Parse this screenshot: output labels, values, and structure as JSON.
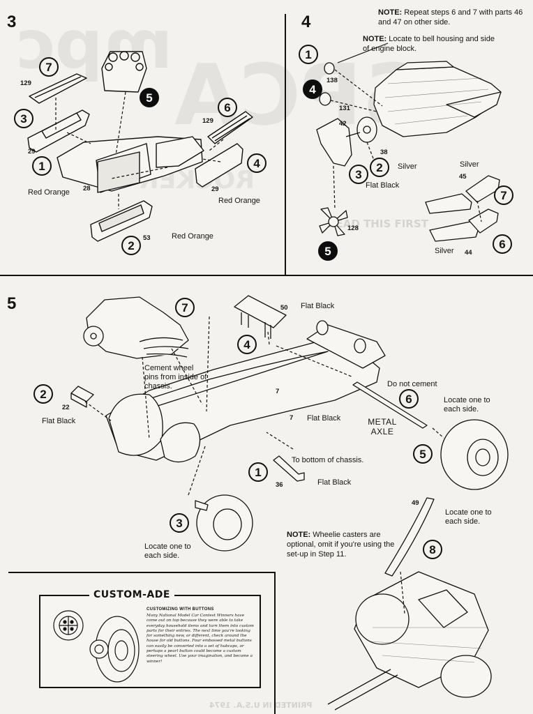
{
  "background_text": {
    "logo_large": "mpc",
    "banner": "SPCA",
    "rocker": "ROCKER",
    "read_this": "READ THIS FIRST",
    "footer": "PRINTED IN U.S.A. 1974"
  },
  "step3": {
    "number": "3",
    "circles": [
      "7",
      "5",
      "3",
      "6",
      "1",
      "4",
      "2"
    ],
    "filled_circles": [
      "5"
    ],
    "part_numbers": [
      "129",
      "129",
      "29",
      "28",
      "29",
      "53"
    ],
    "labels": {
      "red_orange_left": "Red Orange",
      "red_orange_right": "Red Orange",
      "red_orange_bottom": "Red Orange"
    }
  },
  "step4": {
    "number": "4",
    "note_top_bold": "NOTE:",
    "note_top_text": " Repeat steps 6 and 7 with parts 46 and 47 on other side.",
    "note_bell_bold": "NOTE:",
    "note_bell_text": " Locate to bell housing and side of engine block.",
    "circles": [
      "1",
      "4",
      "3",
      "2",
      "7",
      "5",
      "6"
    ],
    "filled_circles": [
      "4",
      "5"
    ],
    "part_numbers": [
      "138",
      "131",
      "42",
      "38",
      "45",
      "128",
      "44"
    ],
    "labels": {
      "silver_a": "Silver",
      "silver_b": "Silver",
      "flat_black": "Flat Black",
      "silver_c": "Silver"
    }
  },
  "step5": {
    "number": "5",
    "circles": [
      "7",
      "4",
      "2",
      "6",
      "5",
      "1",
      "3",
      "8"
    ],
    "part_numbers": [
      "50",
      "22",
      "7",
      "7",
      "36",
      "49"
    ],
    "labels": {
      "flat_black_top": "Flat Black",
      "cement_pins": "Cement wheel pins from inside of chassis.",
      "do_not_cement": "Do not cement",
      "locate_one_a": "Locate one to each side.",
      "flat_black_left": "Flat Black",
      "flat_black_mid": "Flat Black",
      "metal_axle": "METAL AXLE",
      "to_bottom": "To bottom of chassis.",
      "flat_black_low": "Flat Black",
      "locate_one_b": "Locate one to each side.",
      "locate_one_c": "Locate one to each side."
    },
    "note_bold": "NOTE:",
    "note_text": " Wheelie casters are optional, omit if you're using the set-up in Step 11."
  },
  "custom_ade": {
    "title": "CUSTOM-ADE",
    "heading": "CUSTOMIZING WITH BUTTONS",
    "body": "Many National Model Car Contest Winners have come out on top because they were able to take everyday household items and turn them into custom parts for their entries. The next time you're looking for something new, or different, check around the house for old buttons. Four embossed metal buttons can easily be converted into a set of hubcaps, or perhaps a pearl button could become a custom steering wheel. Use your imagination, and become a winner!"
  }
}
